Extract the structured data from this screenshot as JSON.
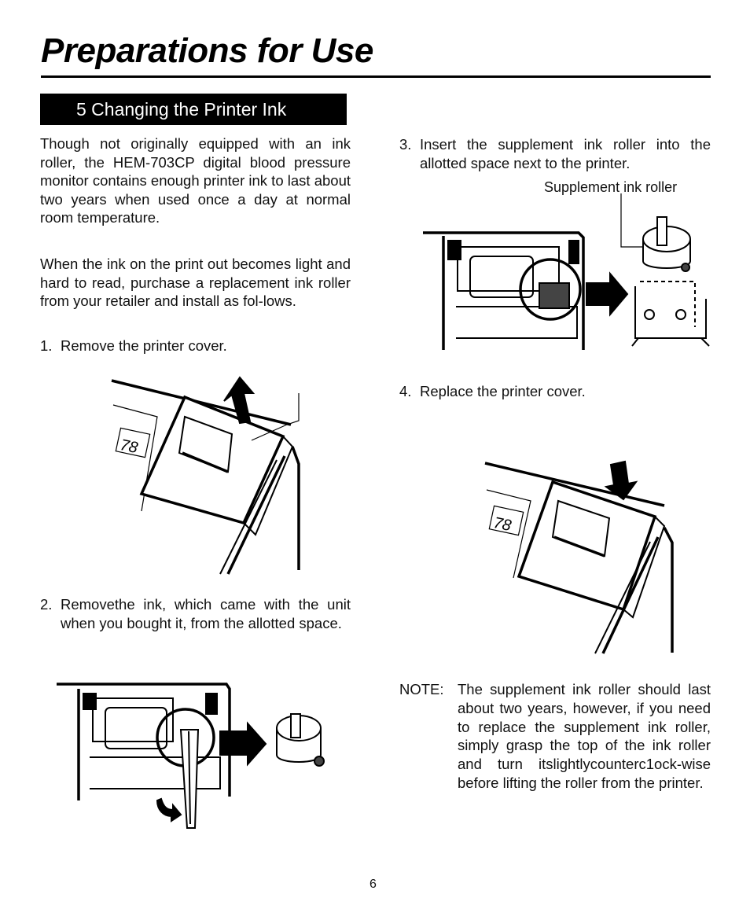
{
  "page": {
    "title": "Preparations for Use",
    "section": "5 Changing the Printer Ink",
    "intro": "Though not originally equipped with an ink roller, the HEM-703CP digital blood pressure monitor contains enough printer ink to last about two years when used once a day at normal room temperature.",
    "intro2": "When the ink on the print out becomes light and hard to read, purchase a replacement ink roller from your retailer and install as fol-lows.",
    "steps": [
      {
        "num": "1.",
        "text": "Remove the printer cover."
      },
      {
        "num": "2.",
        "text": "Removethe ink, which came with the unit when you bought it, from the allotted space."
      },
      {
        "num": "3.",
        "text": "Insert the supplement ink roller into the allotted space next to the printer."
      },
      {
        "num": "4.",
        "text": "Replace the printer cover."
      }
    ],
    "caption": "Supplement ink roller",
    "note": {
      "label": "NOTE:",
      "text": "The supplement ink roller should last about two years, however, if you need to replace the supplement ink roller, simply grasp the top of the ink roller and turn itslightlycounterc1ock-wise before lifting the roller from the printer."
    },
    "display_digits": "78",
    "page_number": "6"
  }
}
